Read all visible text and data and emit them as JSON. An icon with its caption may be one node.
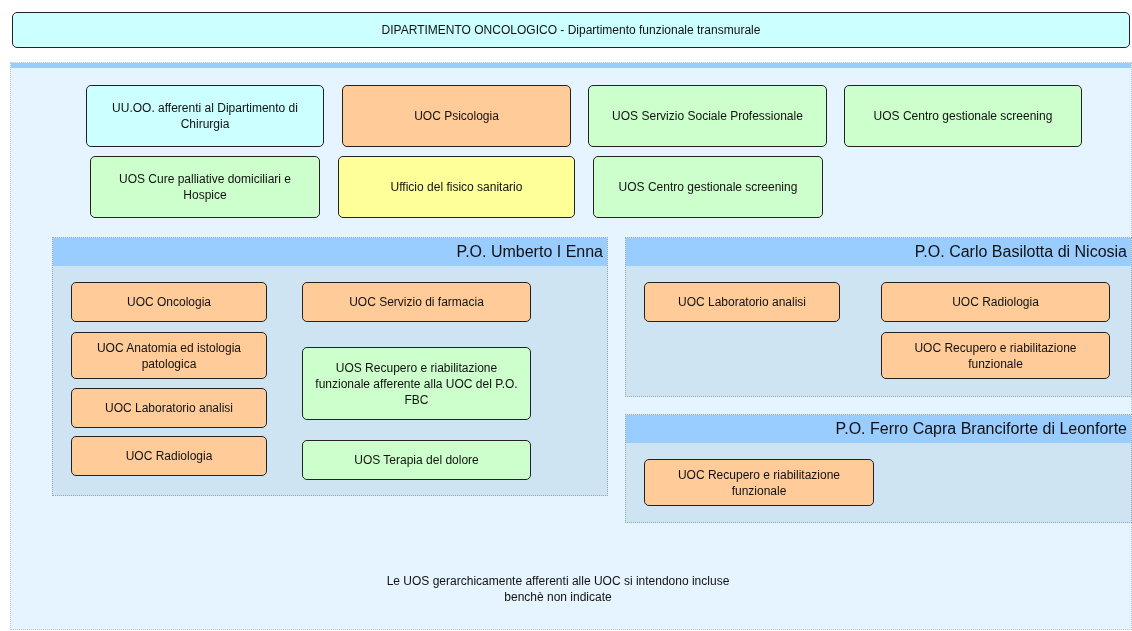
{
  "diagram": {
    "nodes": [
      {
        "text": [
          "DIPARTIMENTO ONCOLOGICO - Dipartimento funzionale transmurale"
        ]
      },
      {
        "text": [],
        "shape": "box"
      },
      {
        "text": [
          "UU.OO. afferenti al Dipartimento di Chirurgia"
        ],
        "in": 1
      },
      {
        "text": [
          "UOC Psicologia"
        ],
        "in": 1
      },
      {
        "text": [
          "UOS Servizio Sociale Professionale"
        ],
        "in": 1
      },
      {
        "text": [
          "UOS Centro gestionale screening"
        ],
        "in": 1
      },
      {
        "text": [
          "UOS Cure palliative domiciliari e Hospice"
        ],
        "in": 1
      },
      {
        "text": [
          "Ufficio del fisico sanitario"
        ],
        "in": 1
      },
      {
        "text": [
          "UOS Centro gestionale screening"
        ],
        "in": 1
      },
      {
        "text": [
          "P.O. Umberto I Enna"
        ],
        "in": 1
      },
      {
        "text": [
          "UOC Oncologia"
        ],
        "in": 9
      },
      {
        "text": [
          "UOC Servizio di farmacia"
        ],
        "in": 9
      },
      {
        "text": [
          "UOC Anatomia ed istologia patologica"
        ],
        "in": 9
      },
      {
        "text": [
          "UOS Recupero e riabilitazione funzionale afferente alla UOC del P.O. FBC"
        ],
        "in": 9
      },
      {
        "text": [
          "UOC Laboratorio analisi"
        ],
        "in": 9
      },
      {
        "text": [
          "UOC Radiologia"
        ],
        "in": 9
      },
      {
        "text": [
          "UOS Terapia del dolore"
        ],
        "in": 9
      },
      {
        "text": [
          "P.O. Carlo Basilotta di Nicosia"
        ],
        "in": 1
      },
      {
        "text": [
          "UOC Laboratorio analisi"
        ],
        "in": 17
      },
      {
        "text": [
          "UOC Radiologia"
        ],
        "in": 17
      },
      {
        "text": [
          "UOC Recupero e riabilitazione funzionale"
        ],
        "in": 17
      },
      {
        "text": [
          "P.O. Ferro Capra Branciforte di Leonforte"
        ],
        "in": 1
      },
      {
        "text": [
          "UOC Recupero e riabilitazione funzionale"
        ],
        "in": 21
      }
    ],
    "labels": [
      "Le UOS gerarchicamente afferenti alle UOC si intendono incluse benchè non indicate"
    ]
  }
}
